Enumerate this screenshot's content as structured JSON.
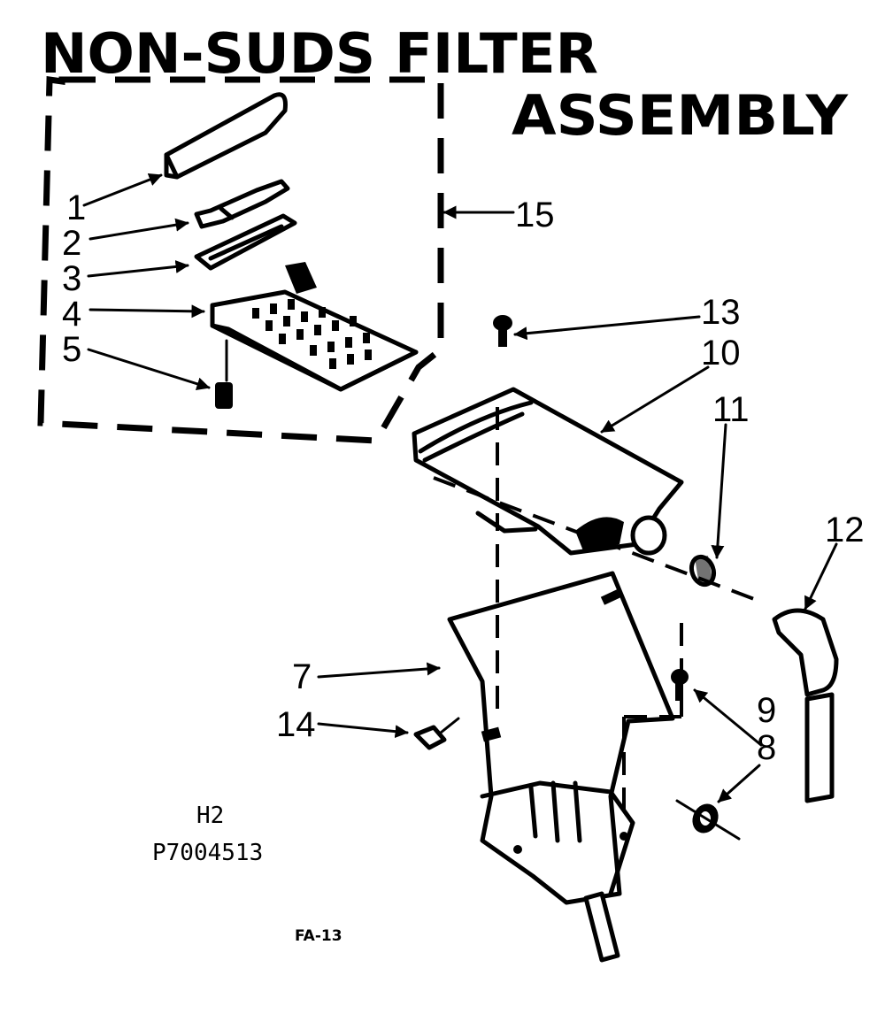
{
  "title": {
    "line1": "NON-SUDS FILTER",
    "line2": "ASSEMBLY"
  },
  "callouts": {
    "c1": "1",
    "c2": "2",
    "c3": "3",
    "c4": "4",
    "c5": "5",
    "c7": "7",
    "c8": "8",
    "c9": "9",
    "c10": "10",
    "c11": "11",
    "c12": "12",
    "c13": "13",
    "c14": "14",
    "c15": "15"
  },
  "model": {
    "line1": "H2",
    "line2": "P7004513"
  },
  "figure_code": "FA-13"
}
